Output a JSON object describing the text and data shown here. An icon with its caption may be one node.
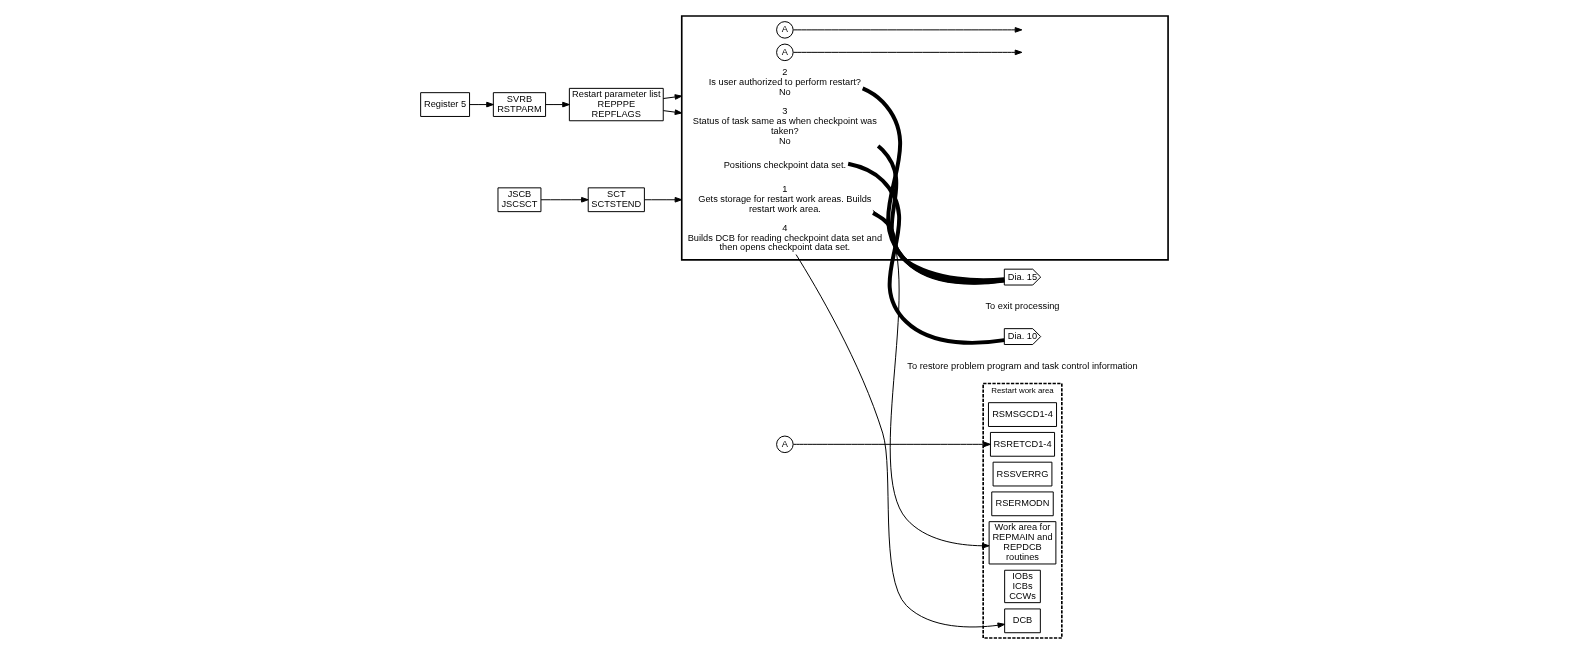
{
  "diagram": {
    "nodes": [
      {
        "text": [
          "JSCB",
          "JSCSCT"
        ]
      },
      {
        "text": [
          "SCT",
          "SCTSTEND"
        ]
      },
      {
        "text": [
          "Register 5"
        ]
      },
      {
        "text": [
          "SVRB",
          "RSTPARM"
        ]
      },
      {
        "text": [
          "Restart parameter list",
          "REPPPE",
          "REPFLAGS"
        ]
      },
      {
        "text": [],
        "shape": "box"
      },
      {
        "text": [
          "1",
          "Gets storage for restart work areas. Builds restart work area."
        ],
        "in": 5
      },
      {
        "text": [
          "2",
          "Is user authorized to perform restart?",
          "No"
        ],
        "in": 5
      },
      {
        "text": [
          "A"
        ],
        "in": 5
      },
      {
        "text": [
          "3",
          "Status of task same as when checkpoint was taken?",
          "No"
        ],
        "in": 5
      },
      {
        "text": [
          "A"
        ],
        "in": 5
      },
      {
        "text": [
          "4",
          "Builds DCB for reading checkpoint data set and then opens checkpoint data set."
        ],
        "in": 5
      },
      {
        "text": [
          "Positions checkpoint data set."
        ],
        "in": 5
      },
      {
        "text": [
          "Dia. 15"
        ],
        "beside": [
          "To exit processing"
        ]
      },
      {
        "text": [
          "Dia. 10"
        ],
        "beside": [
          "To restore problem program and task control information"
        ]
      },
      {
        "text": [
          "Restart work area"
        ]
      },
      {
        "text": [
          "RSRETCD1-4"
        ],
        "in": 15
      },
      {
        "text": [
          "RSMSGCD1-4"
        ],
        "in": 15
      },
      {
        "text": [
          "RSSVERRG"
        ],
        "in": 15
      },
      {
        "text": [
          "RSERMODN"
        ],
        "in": 15
      },
      {
        "text": [
          "Work area for REPMAIN and REPDCB routines"
        ],
        "in": 15
      },
      {
        "text": [
          "IOBs ICBs CCWs"
        ],
        "in": 15
      },
      {
        "text": [
          "DCB"
        ],
        "in": 15
      },
      {
        "text": [
          "A"
        ]
      }
    ],
    "edges": [
      {
        "from": 0,
        "to": 1,
        "arrow": "to"
      },
      {
        "from": 1,
        "to": 5,
        "arrow": "to"
      },
      {
        "from": 2,
        "to": 3,
        "arrow": "to"
      },
      {
        "from": 3,
        "to": 4,
        "arrow": "to"
      },
      {
        "from": 4,
        "to": 5,
        "arrow": "to"
      },
      {
        "from": 4,
        "to": 5,
        "arrow": "to"
      },
      {
        "from": 6,
        "to": 20,
        "arrow": "to"
      },
      {
        "from": 6,
        "to": 13,
        "arrow": "none",
        "style": "thick"
      },
      {
        "from": 7,
        "to": 13,
        "arrow": "none",
        "style": "thick"
      },
      {
        "from": 8,
        "to": null,
        "arrow": "to"
      },
      {
        "from": 9,
        "to": 13,
        "arrow": "none",
        "style": "thick"
      },
      {
        "from": 10,
        "to": null,
        "arrow": "to"
      },
      {
        "from": 11,
        "to": 22,
        "arrow": "to"
      },
      {
        "from": 12,
        "to": 14,
        "arrow": "none",
        "style": "thick"
      },
      {
        "from": 23,
        "to": 16,
        "arrow": "to"
      }
    ]
  }
}
